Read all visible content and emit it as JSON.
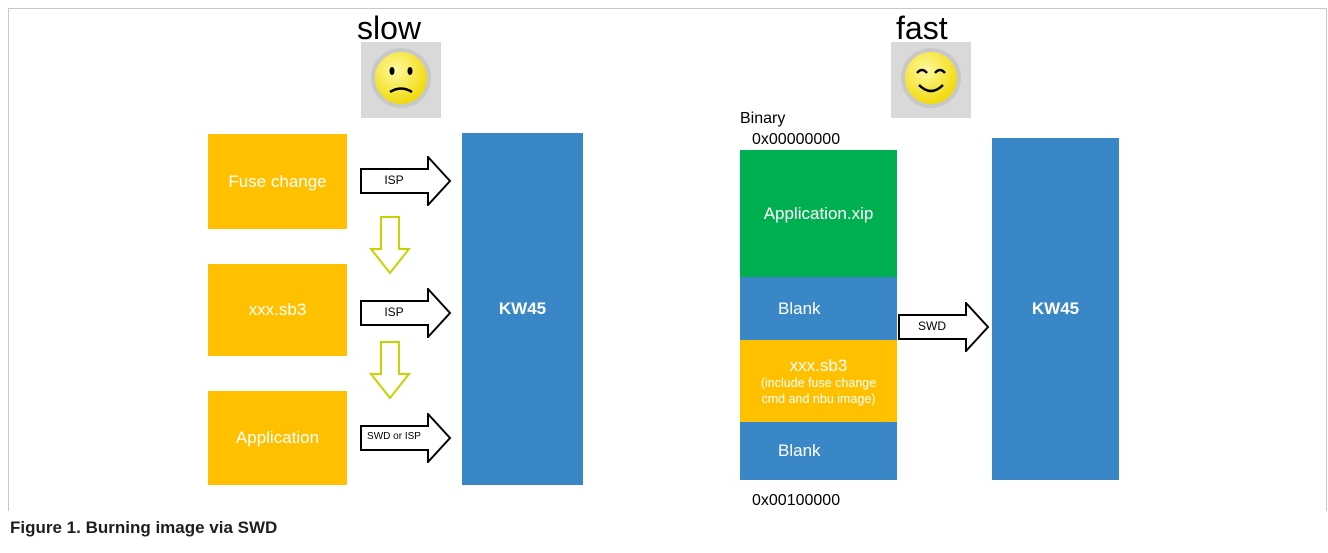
{
  "left": {
    "mood_label": "slow",
    "steps": [
      "Fuse change",
      "xxx.sb3",
      "Application"
    ],
    "arrow_labels": [
      "ISP",
      "ISP",
      "SWD or ISP"
    ],
    "target": "KW45"
  },
  "right": {
    "mood_label": "fast",
    "binary_label": "Binary",
    "start_address": "0x00000000",
    "end_address": "0x00100000",
    "segments": {
      "app": "Application.xip",
      "blank1": "Blank",
      "sb3_title": "xxx.sb3",
      "sb3_desc": "(include fuse change cmd and nbu image)",
      "blank2": "Blank"
    },
    "arrow_label": "SWD",
    "target": "KW45"
  },
  "caption": "Figure 1.  Burning image via SWD"
}
